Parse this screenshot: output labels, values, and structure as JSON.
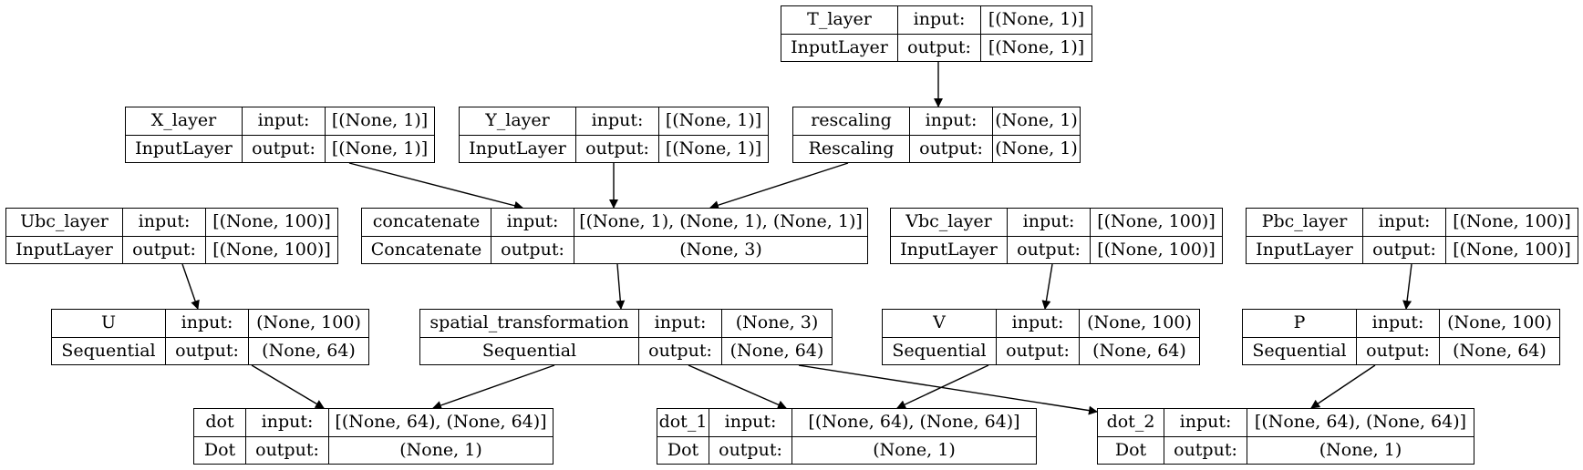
{
  "diagram": {
    "nodes": [
      {
        "id": "T_layer",
        "name": "T_layer",
        "type": "InputLayer",
        "input_label": "input:",
        "output_label": "output:",
        "input": "[(None, 1)]",
        "output": "[(None, 1)]"
      },
      {
        "id": "X_layer",
        "name": "X_layer",
        "type": "InputLayer",
        "input_label": "input:",
        "output_label": "output:",
        "input": "[(None, 1)]",
        "output": "[(None, 1)]"
      },
      {
        "id": "Y_layer",
        "name": "Y_layer",
        "type": "InputLayer",
        "input_label": "input:",
        "output_label": "output:",
        "input": "[(None, 1)]",
        "output": "[(None, 1)]"
      },
      {
        "id": "rescaling",
        "name": "rescaling",
        "type": "Rescaling",
        "input_label": "input:",
        "output_label": "output:",
        "input": "(None, 1)",
        "output": "(None, 1)"
      },
      {
        "id": "Ubc_layer",
        "name": "Ubc_layer",
        "type": "InputLayer",
        "input_label": "input:",
        "output_label": "output:",
        "input": "[(None, 100)]",
        "output": "[(None, 100)]"
      },
      {
        "id": "concatenate",
        "name": "concatenate",
        "type": "Concatenate",
        "input_label": "input:",
        "output_label": "output:",
        "input": "[(None, 1), (None, 1), (None, 1)]",
        "output": "(None, 3)"
      },
      {
        "id": "Vbc_layer",
        "name": "Vbc_layer",
        "type": "InputLayer",
        "input_label": "input:",
        "output_label": "output:",
        "input": "[(None, 100)]",
        "output": "[(None, 100)]"
      },
      {
        "id": "Pbc_layer",
        "name": "Pbc_layer",
        "type": "InputLayer",
        "input_label": "input:",
        "output_label": "output:",
        "input": "[(None, 100)]",
        "output": "[(None, 100)]"
      },
      {
        "id": "U",
        "name": "U",
        "type": "Sequential",
        "input_label": "input:",
        "output_label": "output:",
        "input": "(None, 100)",
        "output": "(None, 64)"
      },
      {
        "id": "spatial_transformation",
        "name": "spatial_transformation",
        "type": "Sequential",
        "input_label": "input:",
        "output_label": "output:",
        "input": "(None, 3)",
        "output": "(None, 64)"
      },
      {
        "id": "V",
        "name": "V",
        "type": "Sequential",
        "input_label": "input:",
        "output_label": "output:",
        "input": "(None, 100)",
        "output": "(None, 64)"
      },
      {
        "id": "P",
        "name": "P",
        "type": "Sequential",
        "input_label": "input:",
        "output_label": "output:",
        "input": "(None, 100)",
        "output": "(None, 64)"
      },
      {
        "id": "dot",
        "name": "dot",
        "type": "Dot",
        "input_label": "input:",
        "output_label": "output:",
        "input": "[(None, 64), (None, 64)]",
        "output": "(None, 1)"
      },
      {
        "id": "dot_1",
        "name": "dot_1",
        "type": "Dot",
        "input_label": "input:",
        "output_label": "output:",
        "input": "[(None, 64), (None, 64)]",
        "output": "(None, 1)"
      },
      {
        "id": "dot_2",
        "name": "dot_2",
        "type": "Dot",
        "input_label": "input:",
        "output_label": "output:",
        "input": "[(None, 64), (None, 64)]",
        "output": "(None, 1)"
      }
    ],
    "edges": [
      [
        "T_layer",
        "rescaling"
      ],
      [
        "X_layer",
        "concatenate"
      ],
      [
        "Y_layer",
        "concatenate"
      ],
      [
        "rescaling",
        "concatenate"
      ],
      [
        "Ubc_layer",
        "U"
      ],
      [
        "concatenate",
        "spatial_transformation"
      ],
      [
        "Vbc_layer",
        "V"
      ],
      [
        "Pbc_layer",
        "P"
      ],
      [
        "U",
        "dot"
      ],
      [
        "spatial_transformation",
        "dot"
      ],
      [
        "spatial_transformation",
        "dot_1"
      ],
      [
        "V",
        "dot_1"
      ],
      [
        "spatial_transformation",
        "dot_2"
      ],
      [
        "P",
        "dot_2"
      ]
    ]
  }
}
